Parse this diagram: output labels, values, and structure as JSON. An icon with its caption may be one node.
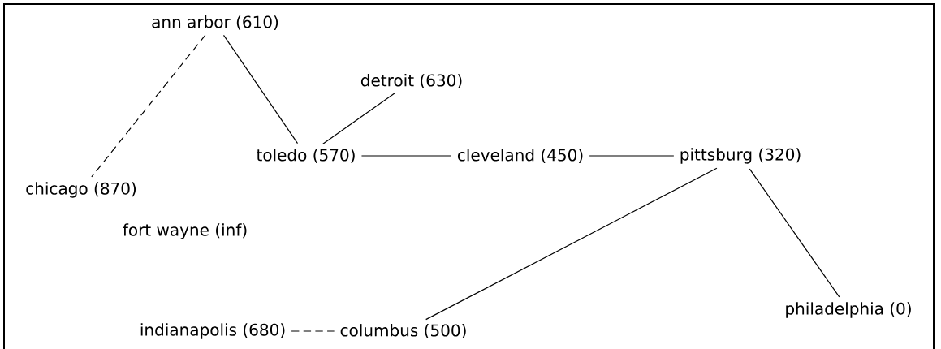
{
  "diagram": {
    "nodes": [
      {
        "text": [
          "ann arbor (610)"
        ]
      },
      {
        "text": [
          "detroit (630)"
        ]
      },
      {
        "text": [
          "toledo (570)"
        ]
      },
      {
        "text": [
          "cleveland (450)"
        ]
      },
      {
        "text": [
          "pittsburg (320)"
        ]
      },
      {
        "text": [
          "chicago (870)"
        ]
      },
      {
        "text": [
          "fort wayne (inf)"
        ]
      },
      {
        "text": [
          "philadelphia (0)"
        ]
      },
      {
        "text": [
          "indianapolis (680)"
        ]
      },
      {
        "text": [
          "columbus (500)"
        ]
      }
    ],
    "edges": [
      {
        "from": 0,
        "to": 5,
        "arrow": "none",
        "style": "dashed"
      },
      {
        "from": 0,
        "to": 2,
        "arrow": "none"
      },
      {
        "from": 1,
        "to": 2,
        "arrow": "none"
      },
      {
        "from": 2,
        "to": 3,
        "arrow": "none"
      },
      {
        "from": 3,
        "to": 4,
        "arrow": "none"
      },
      {
        "from": 4,
        "to": 9,
        "arrow": "none"
      },
      {
        "from": 4,
        "to": 7,
        "arrow": "none"
      },
      {
        "from": 8,
        "to": 9,
        "arrow": "none",
        "style": "dashed"
      }
    ]
  }
}
